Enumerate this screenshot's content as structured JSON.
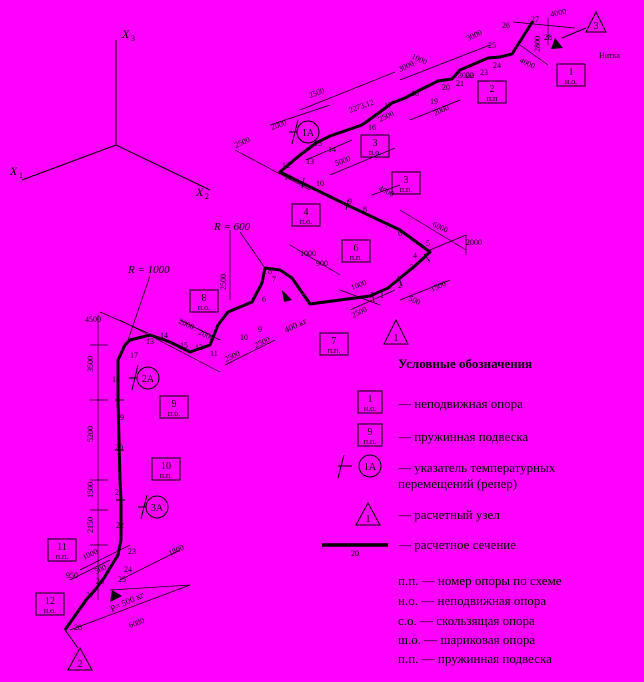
{
  "axes": {
    "x1": "X",
    "x1_sub": "1",
    "x2": "X",
    "x2_sub": "2",
    "x3": "X",
    "x3_sub": "3"
  },
  "radius_labels": {
    "r600": "R = 600",
    "r1000": "R = 1000"
  },
  "loads": {
    "load_400": "400 кг",
    "load_500": "P= 500 кг"
  },
  "nitka": "Нитка",
  "supports": [
    {
      "num": "1",
      "type": "н.о."
    },
    {
      "num": "2",
      "type": "п.п"
    },
    {
      "num": "3",
      "type": "п.о."
    },
    {
      "num": "3",
      "type": "п.п."
    },
    {
      "num": "4",
      "type": "п.о."
    },
    {
      "num": "6",
      "type": "п.п."
    },
    {
      "num": "7",
      "type": "п.п."
    },
    {
      "num": "8",
      "type": "п.о."
    },
    {
      "num": "9",
      "type": "п.о."
    },
    {
      "num": "10",
      "type": "п.п."
    },
    {
      "num": "11",
      "type": "п.п."
    },
    {
      "num": "12",
      "type": "н.о."
    }
  ],
  "design_nodes": [
    "1",
    "2",
    "3"
  ],
  "reference_markers": [
    "1А",
    "2А",
    "3А"
  ],
  "dimensions": [
    "4000",
    "3000",
    "1000",
    "3000",
    "2800",
    "4000",
    "3000",
    "2000",
    "2500",
    "2000",
    "2500",
    "2273,12",
    "2500",
    "5000",
    "4000",
    "6000",
    "2000",
    "1500",
    "500",
    "2500",
    "1000",
    "1000",
    "2500",
    "2000",
    "2000",
    "2500",
    "2500",
    "4500",
    "3500",
    "5200",
    "1500",
    "2150",
    "1000",
    "950",
    "1800",
    "6080",
    "500",
    "900"
  ],
  "section_numbers": [
    "1",
    "2",
    "3",
    "4",
    "5",
    "6",
    "7",
    "8",
    "9",
    "10",
    "11",
    "12",
    "13",
    "14",
    "15",
    "16",
    "17",
    "18",
    "19",
    "20",
    "21",
    "22",
    "23",
    "24",
    "25",
    "26",
    "27",
    "28"
  ],
  "legend": {
    "title": "Условные обозначения",
    "fixed_num": "1",
    "fixed_type": "н.о.",
    "fixed_text": "— неподвижная опора",
    "spring_num": "9",
    "spring_type": "п.п.",
    "spring_text": "— пружинная подвеска",
    "marker_label": "1А",
    "marker_text": "— указатель температурных перемещений (репер)",
    "node_label": "1",
    "node_text": "— расчетный узел",
    "section_num": "20",
    "section_text": "— расчетное сечение",
    "abbr": [
      "п.п. — номер опоры по схеме",
      "н.о. — неподвижная опора",
      "с.о. — скользящая опора",
      "ш.о. — шариковая опора",
      "п.п. — пружинная подвеска"
    ]
  }
}
